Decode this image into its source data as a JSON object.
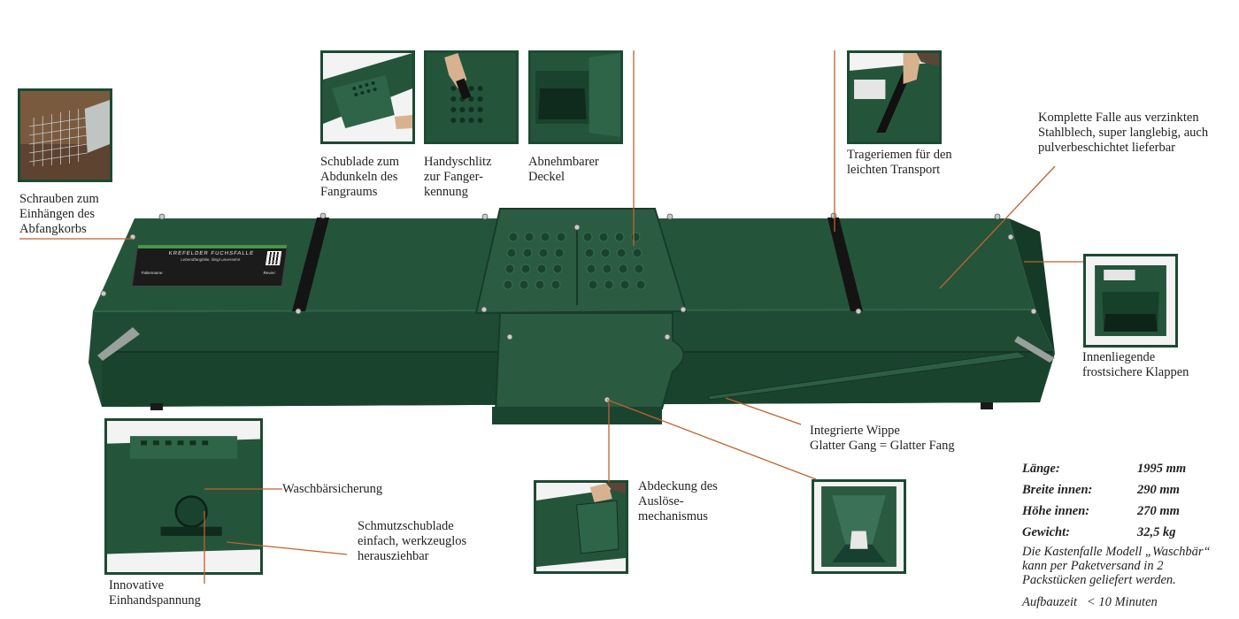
{
  "plate": {
    "brand": "KREFELDER FUCHSFALLE",
    "subtitle": "Lebendfangfalle, fängt unversehrt",
    "field_owner": "Fallenname:",
    "field_area": "Revier:"
  },
  "labels": {
    "schrauben": "Schrauben zum\nEinhängen des\nAbfangkorbs",
    "schublade": "Schublade zum\nAbdunkeln des\nFangraums",
    "handyschlitz": "Handyschlitz\nzur Fanger-\nkennung",
    "deckel": "Abnehmbarer\nDeckel",
    "trageriemen": "Trageriemen für den\nleichten Transport",
    "komplett": "Komplette Falle aus verzinkten\nStahlblech, super langlebig, auch\npulverbeschichtet lieferbar",
    "klappen": "Innenliegende\nfrostsichere Klappen",
    "wippe": "Integrierte Wippe\nGlatter Gang = Glatter Fang",
    "waschbaersicherung": "Waschbärsicherung",
    "schmutzschublade": "Schmutzschublade\neinfach, werkzeuglos\nherausziehbar",
    "einhand": "Innovative\nEinhandspannung",
    "abdeckung": "Abdeckung des\nAuslöse-\nmechanismus"
  },
  "specs": {
    "rows": [
      {
        "key": "Länge:",
        "value": "1995 mm"
      },
      {
        "key": "Breite innen:",
        "value": "290 mm"
      },
      {
        "key": "Höhe innen:",
        "value": "270 mm"
      },
      {
        "key": "Gewicht:",
        "value": "32,5 kg"
      }
    ],
    "note": "Die Kastenfalle Modell „Waschbär“ kann per Paketversand in 2 Packstücken geliefert werden.",
    "build_label": "Aufbauzeit",
    "build_value": "< 10 Minuten"
  },
  "colors": {
    "trap_green": "#1f4b34",
    "trap_dark": "#163a28",
    "leader_line": "#c0622c",
    "frame": "#1c4a33"
  }
}
